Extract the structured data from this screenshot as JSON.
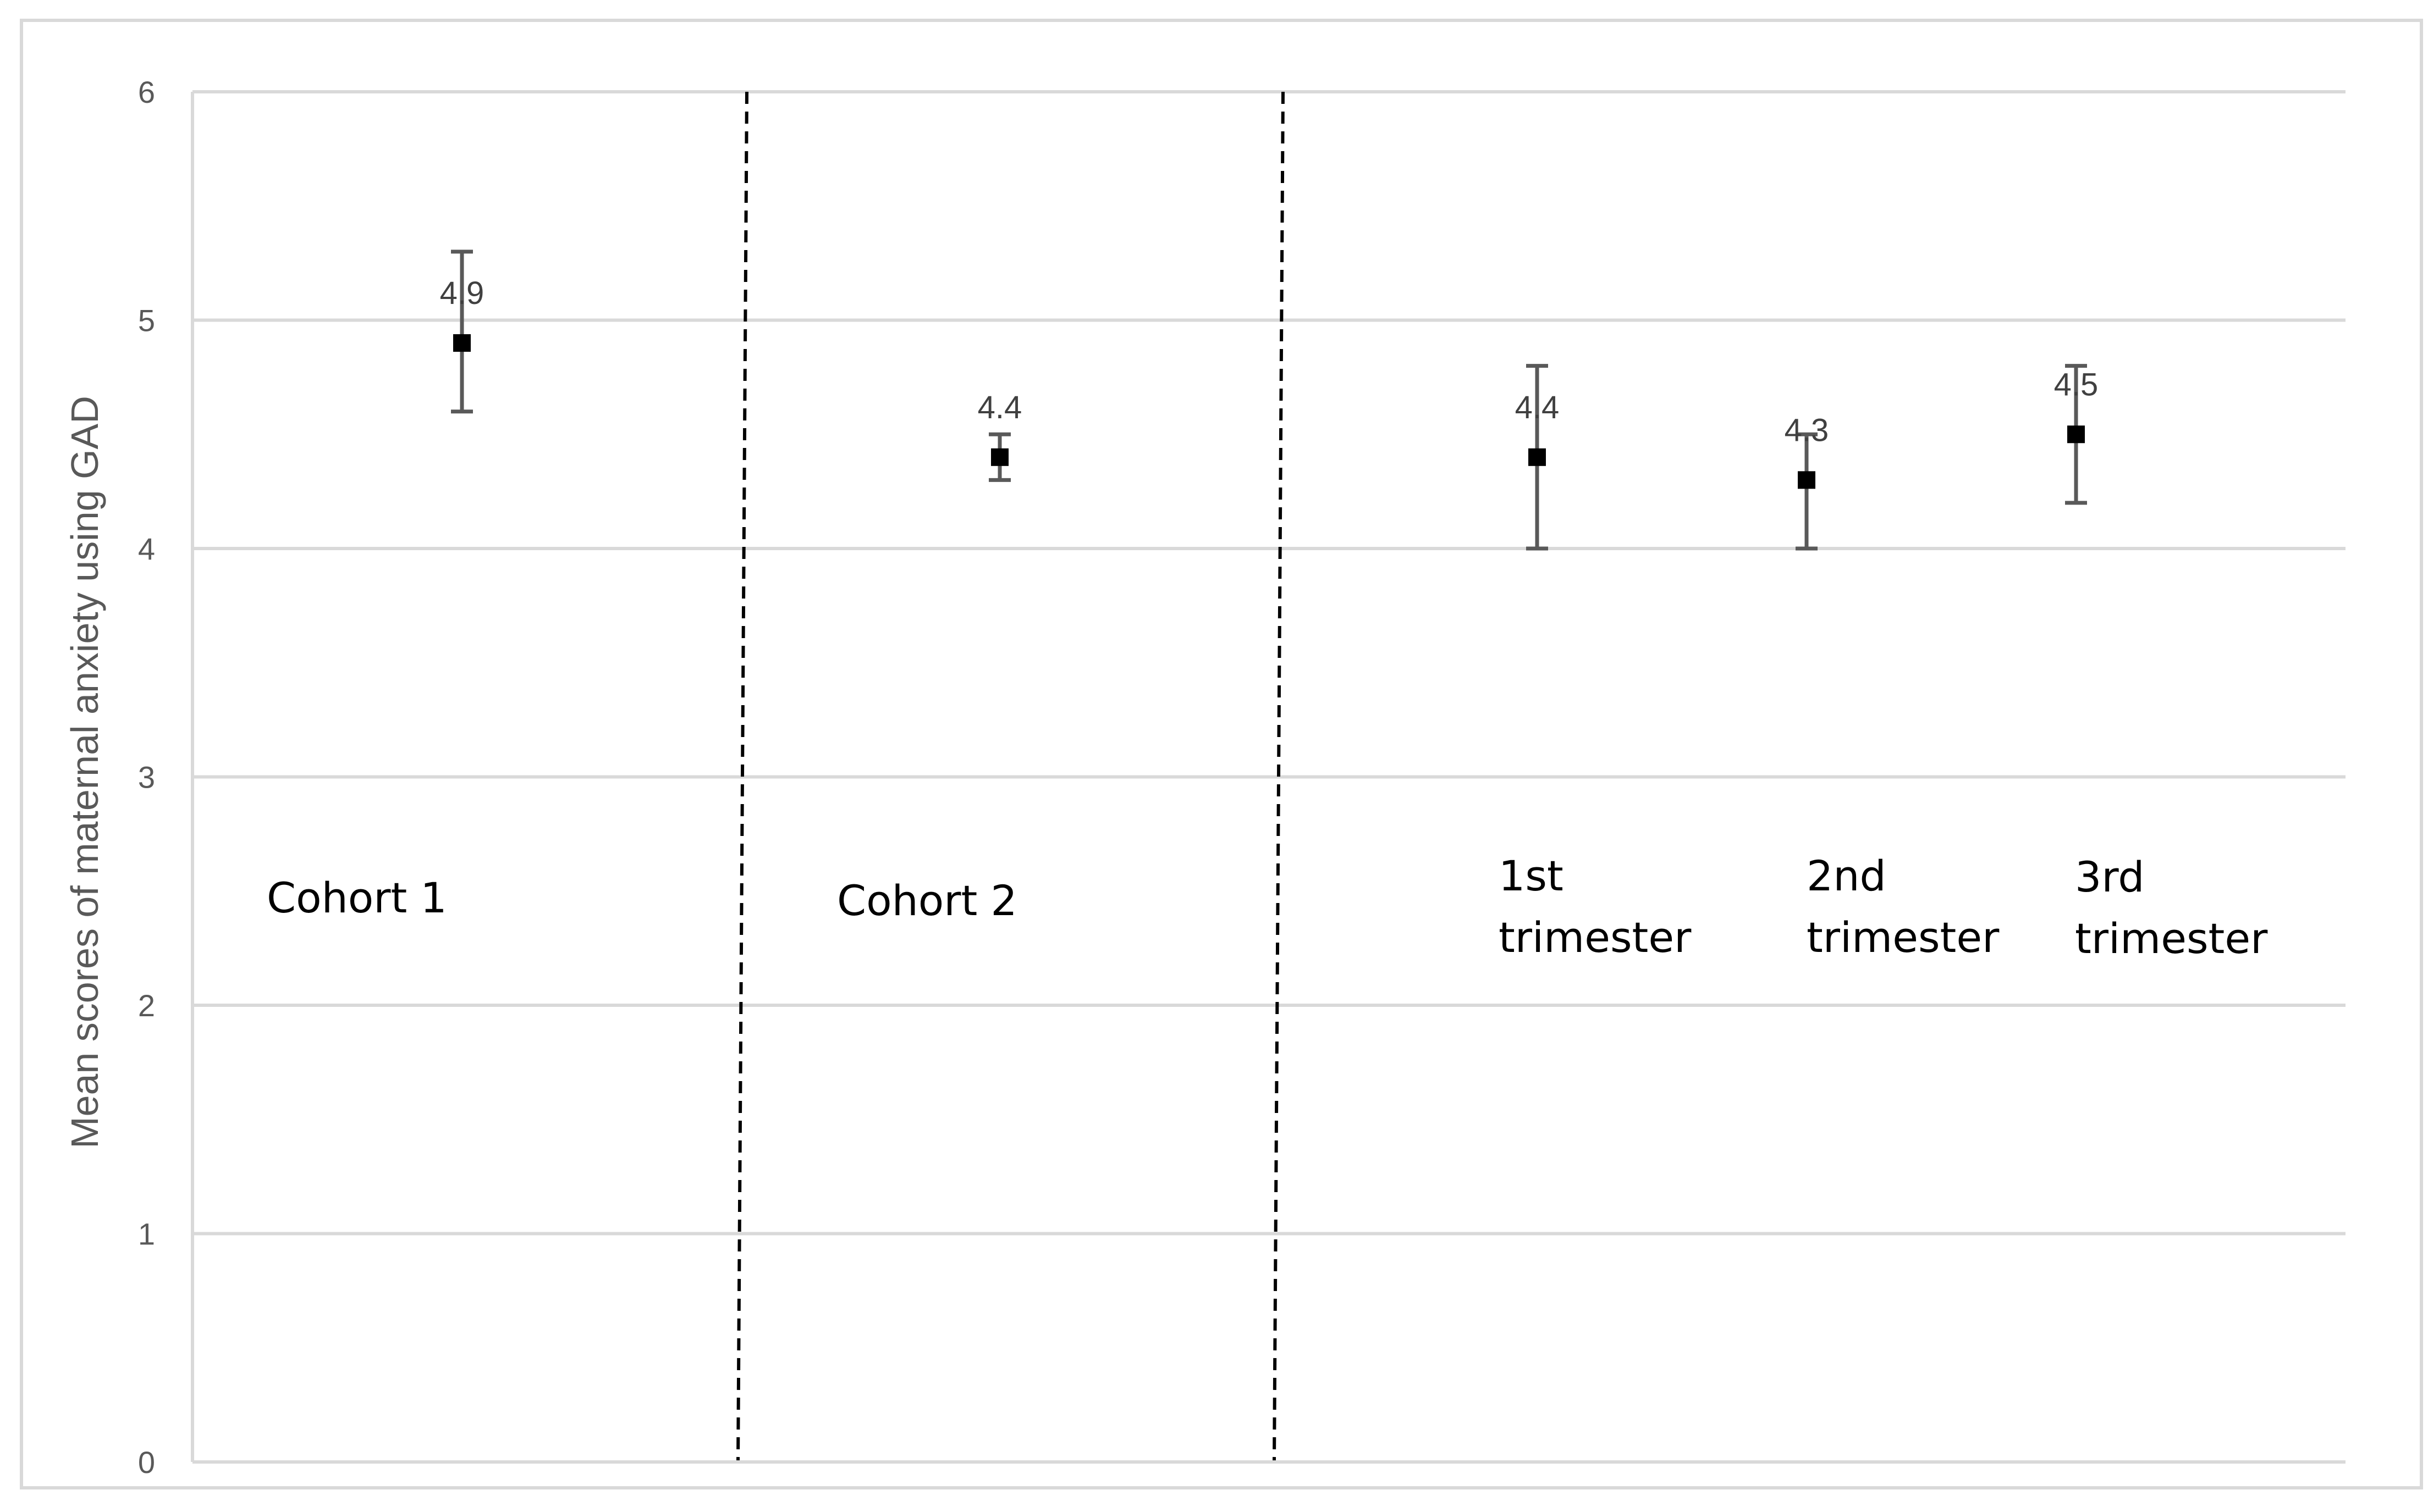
{
  "chart_data": {
    "type": "scatter",
    "title": "",
    "ylabel": "Mean scores of maternal anxiety using GAD",
    "xlabel": "",
    "ylim": [
      0,
      6
    ],
    "yticks": [
      0,
      1,
      2,
      3,
      4,
      5,
      6
    ],
    "grid": true,
    "legend": "none",
    "points": [
      {
        "category": "Cohort 1",
        "label_lines": [
          "Cohort 1"
        ],
        "y": 4.9,
        "y_low": 4.6,
        "y_high": 5.3,
        "data_label": "4.9"
      },
      {
        "category": "Cohort 2",
        "label_lines": [
          "Cohort 2"
        ],
        "y": 4.4,
        "y_low": 4.3,
        "y_high": 4.5,
        "data_label": "4.4"
      },
      {
        "category": "1st trimester",
        "label_lines": [
          "1st",
          "trimester"
        ],
        "y": 4.4,
        "y_low": 4.0,
        "y_high": 4.8,
        "data_label": "4.4"
      },
      {
        "category": "2nd trimester",
        "label_lines": [
          "2nd",
          "trimester"
        ],
        "y": 4.3,
        "y_low": 4.0,
        "y_high": 4.5,
        "data_label": "4.3"
      },
      {
        "category": "3rd trimester",
        "label_lines": [
          "3rd",
          "trimester"
        ],
        "y": 4.5,
        "y_low": 4.2,
        "y_high": 4.8,
        "data_label": "4.5"
      }
    ],
    "separators": [
      "dashed line between Cohort 1 and Cohort 2",
      "dashed line between Cohort 2 and trimesters"
    ],
    "colors": {
      "marker": "#000000",
      "error_bar": "#595959",
      "grid": "#d9d9d9",
      "separator": "#000000"
    }
  }
}
